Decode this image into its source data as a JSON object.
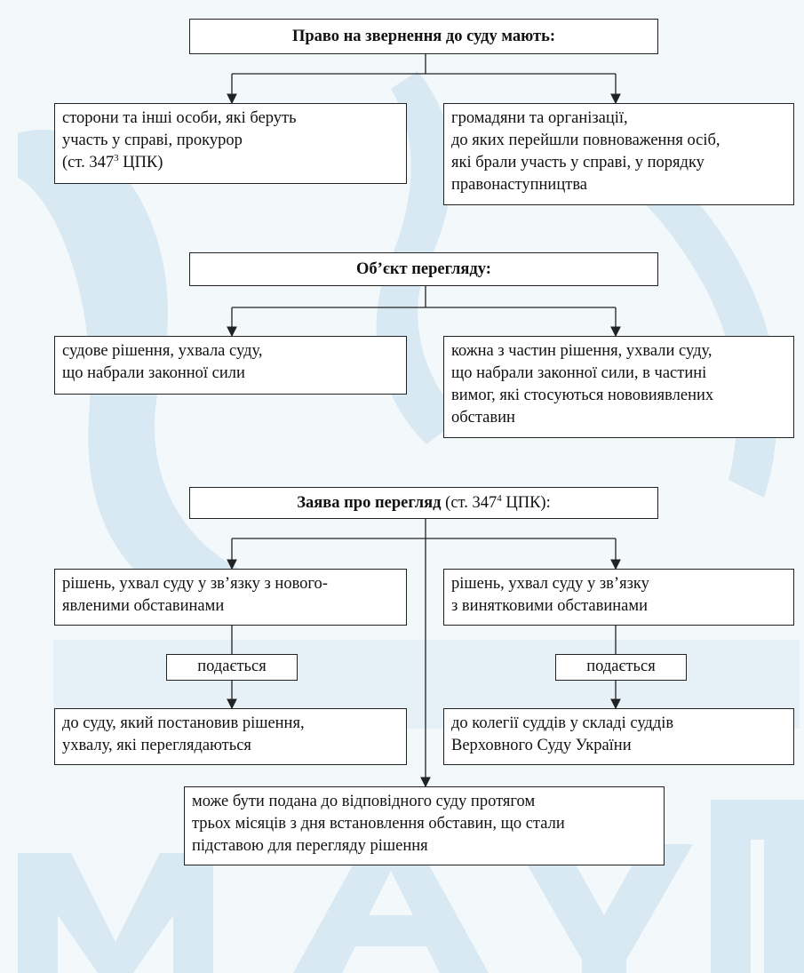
{
  "diagram": {
    "section1": {
      "header": "Право на звернення до суду мають:",
      "left": {
        "line1": "сторони та інші особи, які беруть",
        "line2": "участь у справі, прокурор",
        "line3_pre": "(ст. 347",
        "line3_sup": "3",
        "line3_post": " ЦПК)"
      },
      "right": {
        "lines": [
          "громадяни та організації,",
          "до яких перейшли повноваження осіб,",
          "які брали участь у справі, у порядку",
          "правонаступництва"
        ]
      }
    },
    "section2": {
      "header": "Об’єкт перегляду:",
      "left": {
        "lines": [
          "судове рішення, ухвала  суду,",
          "що набрали законної сили"
        ]
      },
      "right": {
        "lines": [
          "кожна з частин рішення, ухвали суду,",
          "що набрали законної сили, в частині",
          "вимог, які стосуються нововиявлених",
          "обставин"
        ]
      }
    },
    "section3": {
      "header_bold": "Заява про перегляд",
      "header_pre": " (ст. 347",
      "header_sup": "4",
      "header_post": " ЦПК):",
      "left": {
        "lines": [
          "рішень, ухвал суду у зв’язку з нового-",
          "явленими обставинами"
        ],
        "submit": "подається",
        "dest": [
          "до суду, який постановив рішення,",
          "ухвалу, які переглядаються"
        ]
      },
      "right": {
        "lines": [
          "рішень, ухвал суду у зв’язку",
          "з винятковими обставинами"
        ],
        "submit": "подається",
        "dest": [
          "до колегії суддів у складі суддів",
          "Верховного Суду України"
        ]
      },
      "bottom": {
        "lines": [
          "може бути подана до відповідного суду протягом",
          "трьох місяців з дня встановлення обставин, що стали",
          "підставою для перегляду рішення"
        ]
      }
    }
  },
  "watermark": {
    "text": "МАУП",
    "color": "#dbeaf4"
  }
}
